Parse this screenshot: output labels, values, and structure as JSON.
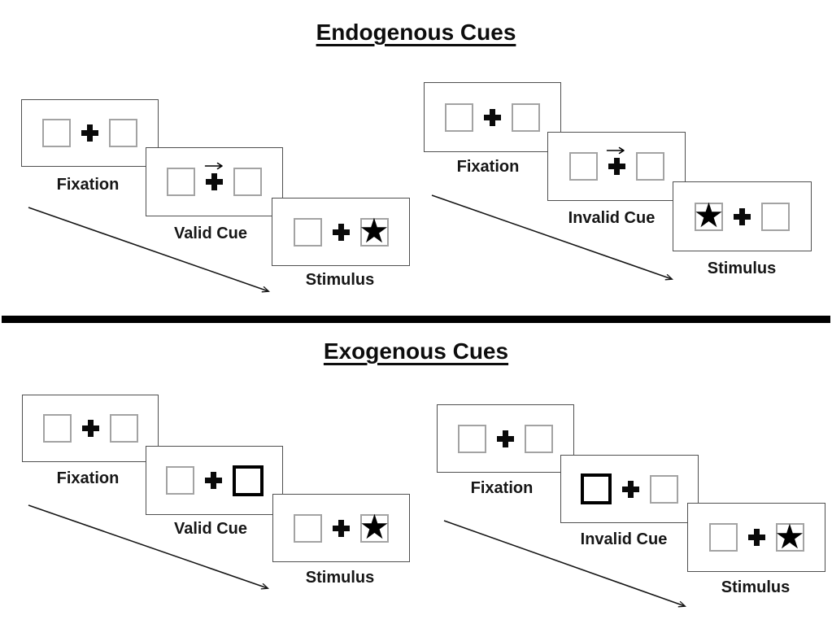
{
  "diagram": "Posner spatial cueing paradigm trial sequences",
  "glyphs": {
    "star": "★",
    "plus": "+",
    "cue_arrow": "→"
  },
  "colors": {
    "background": "#ffffff",
    "panel_border": "#4f4f4f",
    "placeholder_box_border": "#a3a3a3",
    "highlight_box_border": "#000000",
    "ink": "#0d0d0d",
    "divider": "#000000"
  },
  "sections": [
    {
      "id": "endogenous",
      "title": "Endogenous Cues",
      "groups": [
        {
          "id": "endogenous-valid",
          "panels": [
            {
              "label": "Fixation",
              "kind": "fixation",
              "left_box": "empty",
              "right_box": "empty",
              "cue": null
            },
            {
              "label": "Valid Cue",
              "kind": "cue",
              "left_box": "empty",
              "right_box": "empty",
              "cue": "arrow-right"
            },
            {
              "label": "Stimulus",
              "kind": "stimulus",
              "left_box": "empty",
              "right_box": "star",
              "cue": null
            }
          ]
        },
        {
          "id": "endogenous-invalid",
          "panels": [
            {
              "label": "Fixation",
              "kind": "fixation",
              "left_box": "empty",
              "right_box": "empty",
              "cue": null
            },
            {
              "label": "Invalid Cue",
              "kind": "cue",
              "left_box": "empty",
              "right_box": "empty",
              "cue": "arrow-right"
            },
            {
              "label": "Stimulus",
              "kind": "stimulus",
              "left_box": "star",
              "right_box": "empty",
              "cue": null
            }
          ]
        }
      ]
    },
    {
      "id": "exogenous",
      "title": "Exogenous Cues",
      "groups": [
        {
          "id": "exogenous-valid",
          "panels": [
            {
              "label": "Fixation",
              "kind": "fixation",
              "left_box": "empty",
              "right_box": "empty",
              "cue": null
            },
            {
              "label": "Valid Cue",
              "kind": "cue",
              "left_box": "empty",
              "right_box": "highlight",
              "cue": "highlight-right"
            },
            {
              "label": "Stimulus",
              "kind": "stimulus",
              "left_box": "empty",
              "right_box": "star",
              "cue": null
            }
          ]
        },
        {
          "id": "exogenous-invalid",
          "panels": [
            {
              "label": "Fixation",
              "kind": "fixation",
              "left_box": "empty",
              "right_box": "empty",
              "cue": null
            },
            {
              "label": "Invalid Cue",
              "kind": "cue",
              "left_box": "highlight",
              "right_box": "empty",
              "cue": "highlight-left"
            },
            {
              "label": "Stimulus",
              "kind": "stimulus",
              "left_box": "empty",
              "right_box": "star",
              "cue": null
            }
          ]
        }
      ]
    }
  ]
}
